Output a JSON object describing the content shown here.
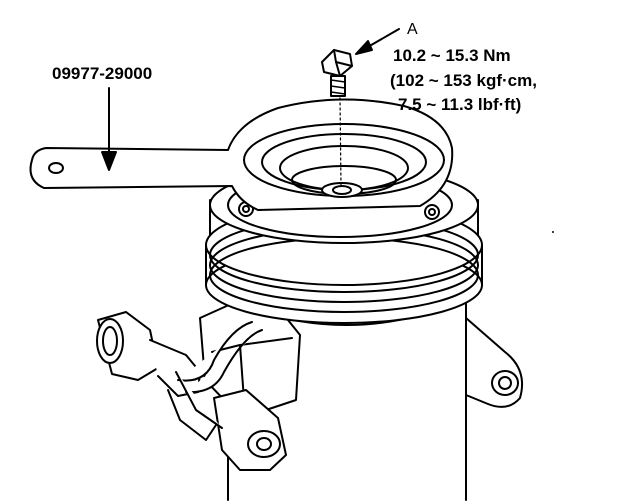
{
  "labels": {
    "tool_number": "09977-29000",
    "callout": "A",
    "torque_nm": "10.2 ~ 15.3 Nm",
    "torque_kgfcm": "(102 ~ 153 kgf·cm,",
    "torque_lbfft": "7.5 ~ 11.3 lbf·ft)"
  },
  "colors": {
    "line": "#000000",
    "fill": "#ffffff"
  }
}
